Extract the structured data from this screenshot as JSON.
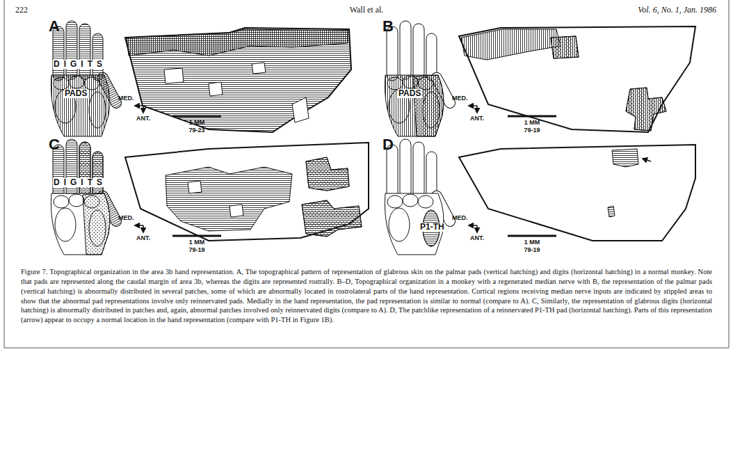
{
  "diagram": {
    "caption": "Figure 7. Topographical organization in the area 3b hand representation. A, The topographical pattern of representation of glabrous skin on the palmar pads (vertical hatching) and digits (horizontal hatching) in a normal monkey. Note that pads are represented along the caudal margin of area 3b, whereas the digits are represented rostrally. B–D, Topographical organization in a monkey with a regenerated median nerve with B, the representation of the palmar pads (vertical hatching) is abnormally distributed in several patches, some of which are abnormally located in rostrolateral parts of the hand representation. Cortical regions receiving median nerve inputs are indicated by stippled areas to show that the abnormal pad representations involve only reinnervated pads. Medially in the hand representation, the pad representation is similar to normal (compare to A). C, Similarly, the representation of glabrous digits (horizontal hatching) is abnormally distributed in patches and, again, abnormal patches involved only reinnervated digits (compare to A). D, The patchlike representation of a reinnervated P1-TH pad (horizontal hatching). Parts of this representation (arrow) appear to occupy a normal location in the hand representation (compare with P1-TH in Figure 1B).",
    "labels": [
      "222",
      "Wall et al.",
      "Vol. 6, No. 1, Jan. 1986",
      "A",
      "DIGITS",
      "PADS",
      "MED.",
      "ANT.",
      "1 MM",
      "79-23",
      "B",
      "PADS",
      "MED.",
      "ANT.",
      "1 MM",
      "79-19",
      "C",
      "DIGITS",
      "MED.",
      "ANT.",
      "1 MM",
      "79-19",
      "D",
      "P1-TH",
      "MED.",
      "ANT.",
      "1 MM",
      "79-19"
    ]
  }
}
